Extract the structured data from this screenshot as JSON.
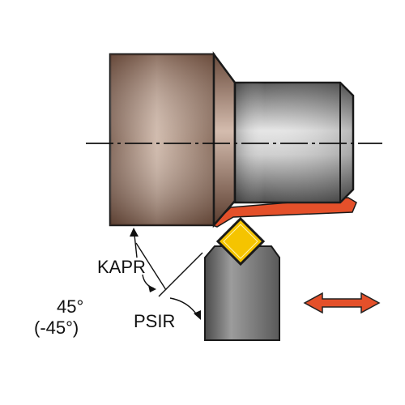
{
  "labels": {
    "kapr": "KAPR",
    "psir": "PSIR",
    "angle": "45°",
    "angle_neg": "(-45°)"
  },
  "colors": {
    "workpiece_brown": "#8a6a56",
    "shaft_gray": "#9a9a9a",
    "machined_orange": "#e4502a",
    "insert_yellow": "#f5c400",
    "holder_gray": "#6e6e6e",
    "arrow_orange": "#e4502a"
  },
  "icons": {
    "feed_direction": "double-arrow-horizontal-icon"
  }
}
